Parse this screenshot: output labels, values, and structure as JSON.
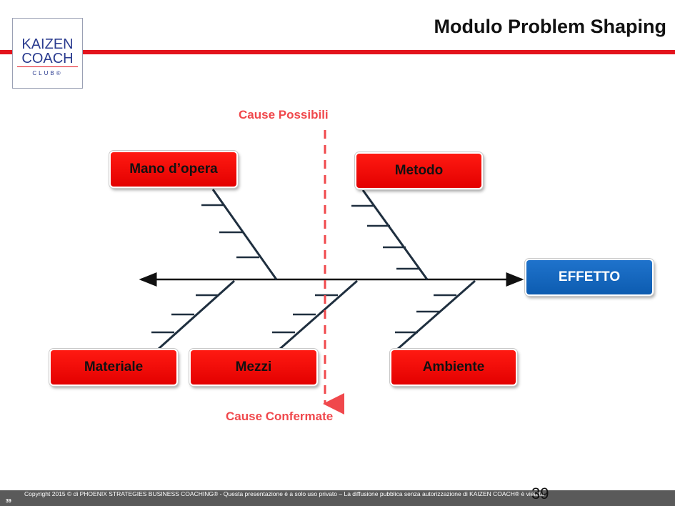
{
  "header": {
    "title": "Modulo Problem Shaping",
    "logo": {
      "line1": "KAIZEN",
      "line2": "COACH",
      "line3": "CLUB®"
    }
  },
  "diagram": {
    "top_label": "Cause Possibili",
    "bottom_label": "Cause Confermate",
    "effect": "EFFETTO",
    "causes_top": [
      "Mano d’opera",
      "Metodo"
    ],
    "causes_bottom": [
      "Materiale",
      "Mezzi",
      "Ambiente"
    ]
  },
  "colors": {
    "accent_red": "#e3131c",
    "box_red": "#ff1a12",
    "effect_blue": "#1467c0",
    "dashed_red": "#f0484c"
  },
  "footer": {
    "copyright": "Copyright 2015 © di PHOENIX STRATEGIES BUSINESS COACHING® - Questa presentazione è a solo uso privato – La diffusione pubblica senza autorizzazione di KAIZEN COACH® è vietata",
    "slide_number_small": "39",
    "slide_number": "39"
  }
}
